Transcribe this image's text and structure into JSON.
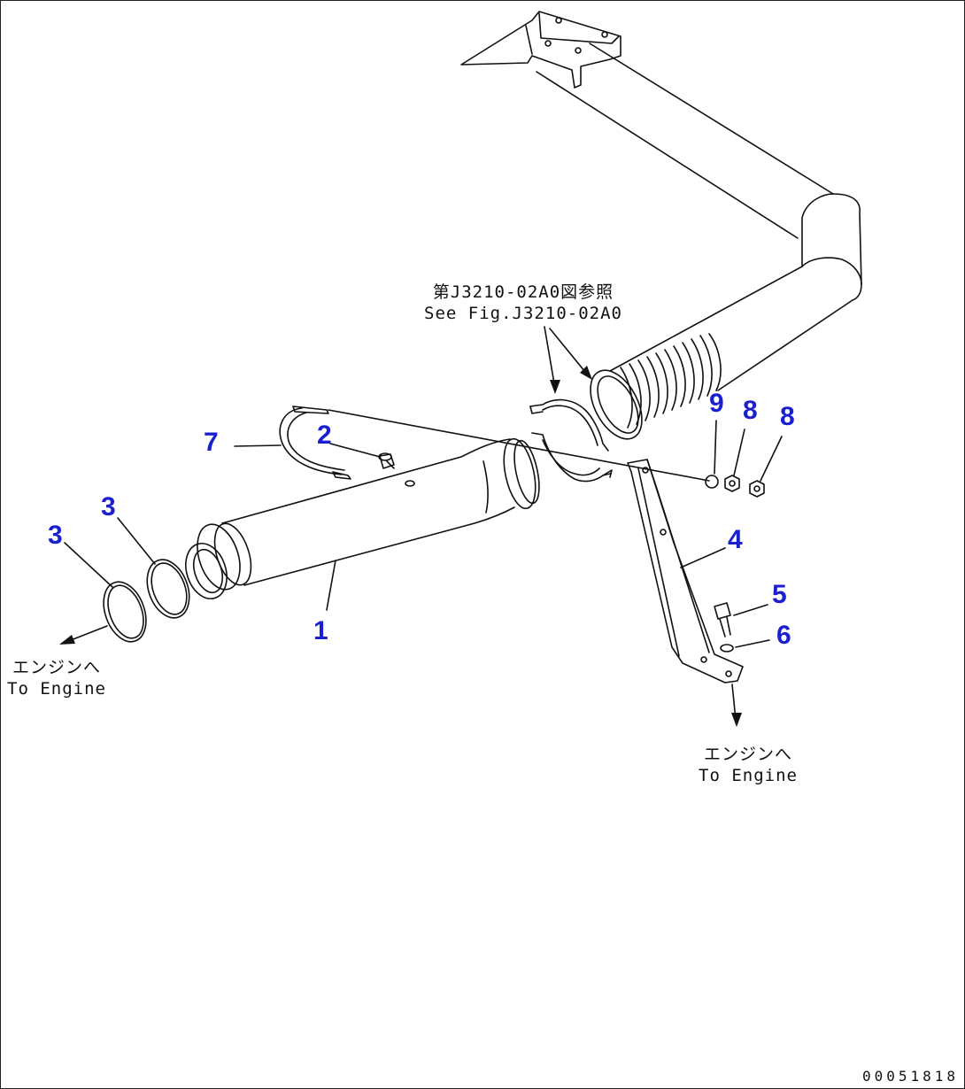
{
  "colors": {
    "line": "#111111",
    "callout": "#1a1fd0",
    "background": "#ffffff"
  },
  "callouts": [
    {
      "id": "1",
      "label": "1"
    },
    {
      "id": "2",
      "label": "2"
    },
    {
      "id": "3a",
      "label": "3"
    },
    {
      "id": "3b",
      "label": "3"
    },
    {
      "id": "4",
      "label": "4"
    },
    {
      "id": "5",
      "label": "5"
    },
    {
      "id": "6",
      "label": "6"
    },
    {
      "id": "7",
      "label": "7"
    },
    {
      "id": "8a",
      "label": "8"
    },
    {
      "id": "8b",
      "label": "8"
    },
    {
      "id": "9",
      "label": "9"
    }
  ],
  "notes": {
    "see_fig_jp": "第J3210-02A0図参照",
    "see_fig_en": "See Fig.J3210-02A0",
    "to_engine_left_jp": "エンジンへ",
    "to_engine_left_en": "To Engine",
    "to_engine_right_jp": "エンジンへ",
    "to_engine_right_en": "To Engine"
  },
  "drawing_number": "00051818"
}
